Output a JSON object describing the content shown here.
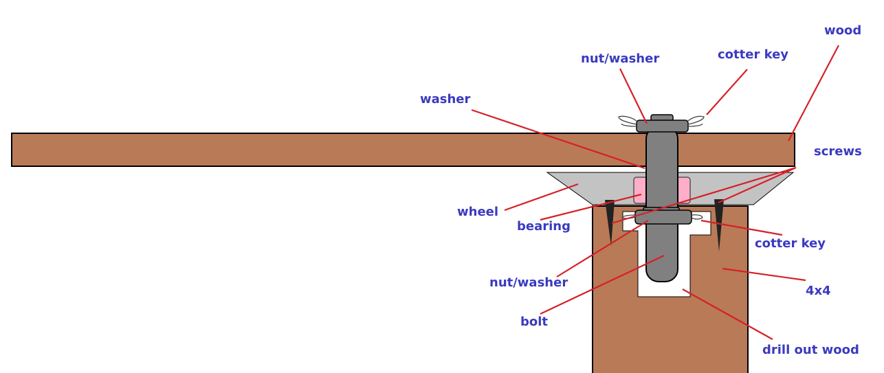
{
  "colors": {
    "wood": "#b97a57",
    "metal": "#808080",
    "wheel": "#c3c3c3",
    "bearing": "#ffaec9",
    "label": "#3a3ac0",
    "leader": "#d62027",
    "screw": "#222222"
  },
  "labels": {
    "wood": "wood",
    "nut_washer_top": "nut/washer",
    "cotter_key_top": "cotter key",
    "washer": "washer",
    "screws": "screws",
    "wheel": "wheel",
    "bearing": "bearing",
    "cotter_key_bottom": "cotter key",
    "nut_washer_bottom": "nut/washer",
    "four_by_four": "4x4",
    "bolt": "bolt",
    "drill_out_wood": "drill out wood"
  }
}
